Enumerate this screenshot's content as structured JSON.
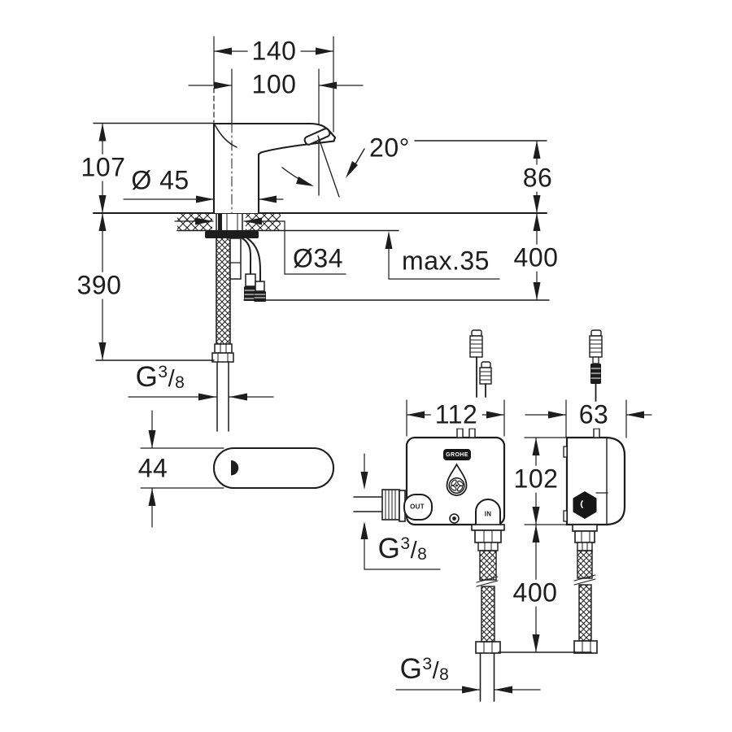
{
  "drawing": {
    "type": "technical installation drawing, sensor faucet with connection box",
    "colors": {
      "background": "#ffffff",
      "line": "#1d1d1d"
    },
    "dims": {
      "overall_width": "140",
      "spout_reach": "100",
      "body_height": "107",
      "base_diameter": "Ø 45",
      "spray_angle": "20°",
      "outlet_height": "86",
      "hole_diameter": "Ø34",
      "deck_thickness_max": "max.35",
      "hose_length_right": "400",
      "hose_length_left": "390",
      "top_view_depth": "44",
      "box_width": "112",
      "box_depth": "63",
      "box_height": "102",
      "box_hose_length": "400"
    },
    "thread": {
      "letter": "G",
      "numerator": "3",
      "slash": "/",
      "denominator": "8"
    },
    "box": {
      "logo": "GROHE",
      "out_port": "OUT",
      "in_port": "IN"
    }
  }
}
